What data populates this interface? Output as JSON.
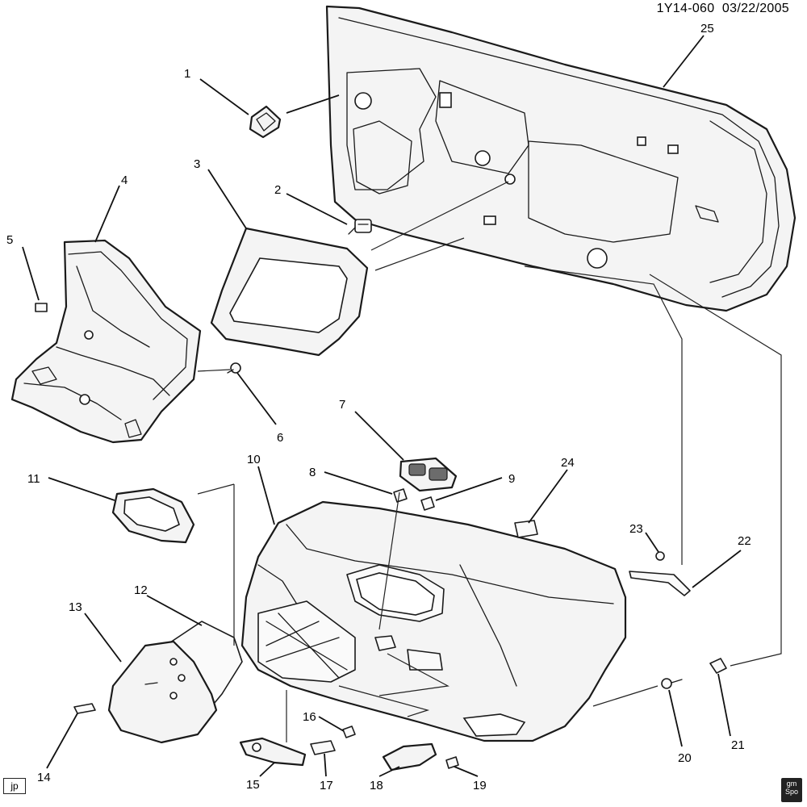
{
  "header": {
    "code": "1Y14-060",
    "date": "03/22/2005"
  },
  "callouts": [
    "1",
    "2",
    "3",
    "4",
    "5",
    "6",
    "7",
    "8",
    "9",
    "10",
    "11",
    "12",
    "13",
    "14",
    "15",
    "16",
    "17",
    "18",
    "19",
    "20",
    "21",
    "22",
    "23",
    "24",
    "25"
  ],
  "badges": {
    "corner_left": "jp",
    "logo_top": "gm",
    "logo_bottom": "Spo"
  }
}
